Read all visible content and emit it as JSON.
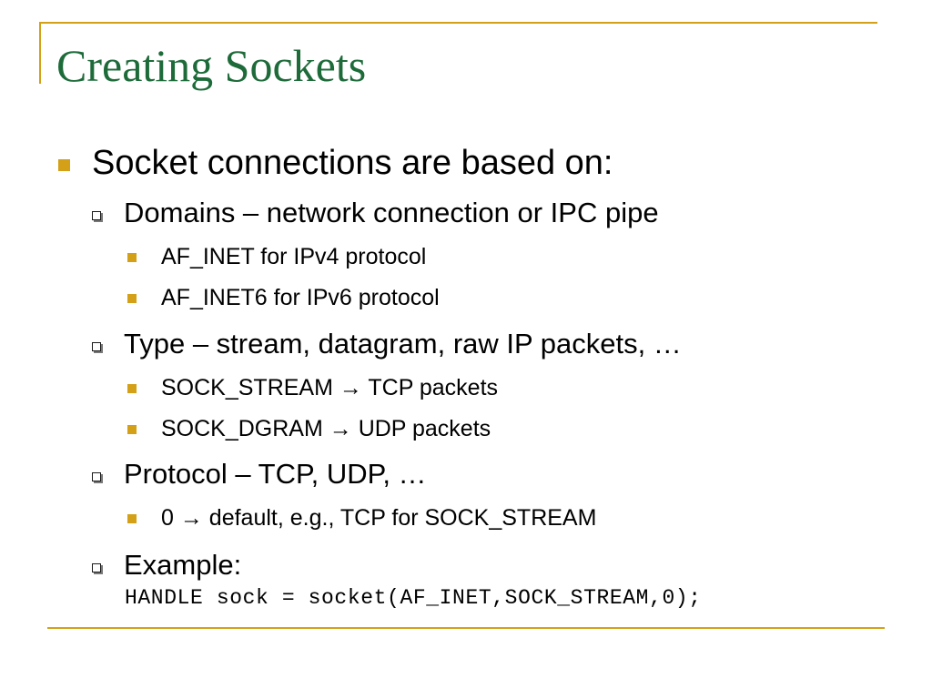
{
  "title": "Creating Sockets",
  "level1": "Socket connections are based on:",
  "domains": {
    "label": "Domains – network connection or IPC pipe",
    "items": [
      "AF_INET for IPv4 protocol",
      "AF_INET6 for IPv6 protocol"
    ]
  },
  "type": {
    "label": "Type – stream, datagram, raw IP packets, …",
    "items": [
      "SOCK_STREAM → TCP packets",
      "SOCK_DGRAM → UDP packets"
    ]
  },
  "protocol": {
    "label": "Protocol – TCP, UDP, …",
    "items": [
      "0 → default, e.g., TCP for SOCK_STREAM"
    ]
  },
  "example": {
    "label": "Example:",
    "code": "HANDLE sock = socket(AF_INET,SOCK_STREAM,0);"
  },
  "colors": {
    "title": "#1e6b3a",
    "accent": "#d4a017"
  }
}
